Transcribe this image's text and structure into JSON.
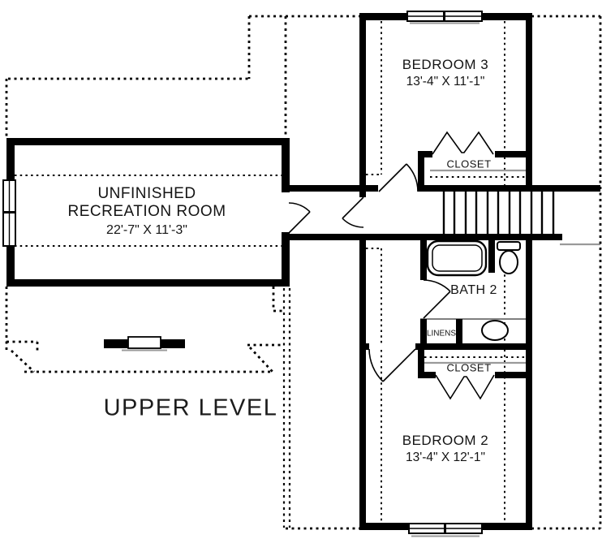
{
  "plan": {
    "level_label": "UPPER LEVEL",
    "rooms": {
      "bedroom3": {
        "name": "BEDROOM 3",
        "dimensions": "13'-4\" X 11'-1\""
      },
      "bedroom2": {
        "name": "BEDROOM 2",
        "dimensions": "13'-4\" X 12'-1\""
      },
      "recreation_room": {
        "name_line1": "UNFINISHED",
        "name_line2": "RECREATION ROOM",
        "dimensions": "22'-7\" X 11'-3\""
      },
      "bath2": {
        "name": "BATH 2"
      },
      "closet_bedroom3": {
        "name": "CLOSET"
      },
      "closet_bedroom2": {
        "name": "CLOSET"
      },
      "linens": {
        "name": "LINENS"
      }
    },
    "colors": {
      "line": "#000000",
      "shelf_line": "#9a9a9a",
      "background": "#ffffff"
    }
  }
}
